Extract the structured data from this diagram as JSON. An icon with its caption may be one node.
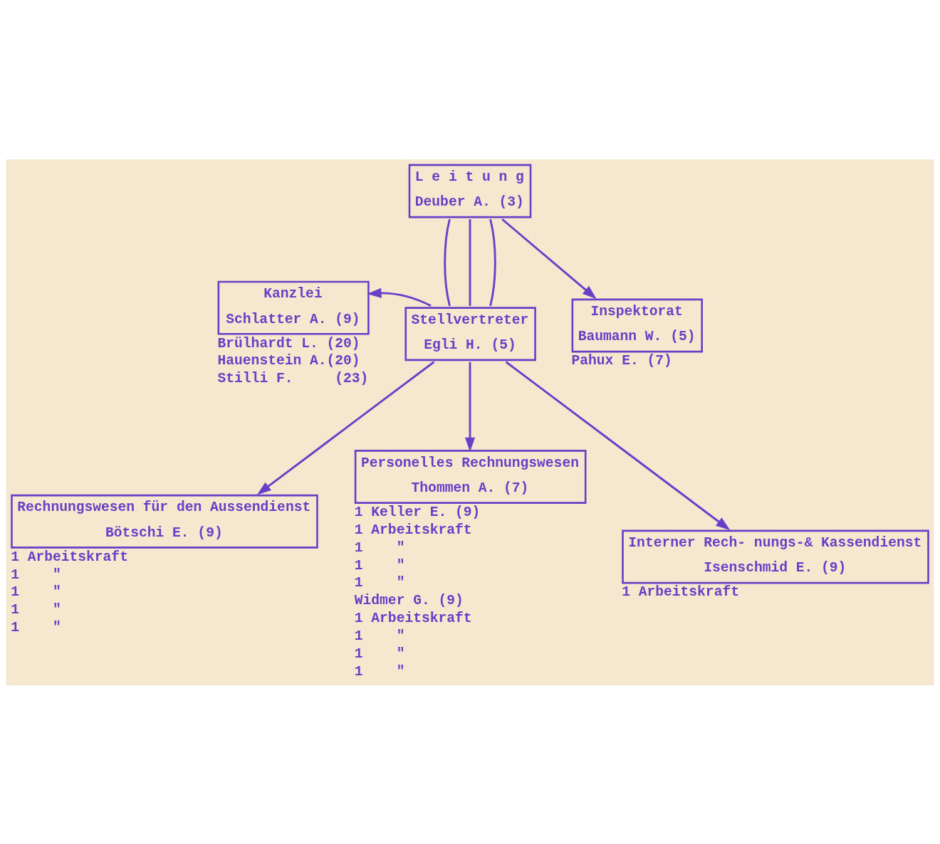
{
  "diagram": {
    "nodes": [
      {
        "text": [
          "L e i t u n g",
          "Deuber A. (3)"
        ]
      },
      {
        "text": [
          "Stellvertreter",
          "Egli H. (5)"
        ]
      },
      {
        "text": [
          "Inspektorat",
          "Baumann W. (5)"
        ],
        "beside": [
          "Pahux E. (7)"
        ]
      },
      {
        "text": [
          "Kanzlei",
          "Schlatter A. (9)"
        ],
        "beside": [
          "Brülhardt L. (20)",
          "Hauenstein A.(20)",
          "Stilli F.     (23)"
        ]
      },
      {
        "text": [
          "Rechnungswesen für den Aussendienst",
          "Bötschi E. (9)"
        ],
        "beside": [
          "1 Arbeitskraft",
          "1    \"",
          "1    \"",
          "1    \"",
          "1    \""
        ]
      },
      {
        "text": [
          "Personelles Rechnungswesen",
          "Thommen A. (7)"
        ],
        "beside": [
          "1 Keller E. (9)",
          "1 Arbeitskraft",
          "1    \"",
          "1    \"",
          "1    \"",
          "Widmer G. (9)",
          "1 Arbeitskraft",
          "1    \"",
          "1    \"",
          "1    \""
        ]
      },
      {
        "text": [
          "Interner Rech- nungs-& Kassendienst",
          "Isenschmid E. (9)"
        ],
        "beside": [
          "1 Arbeitskraft"
        ]
      }
    ],
    "edges": [
      {
        "from": 0,
        "to": 1,
        "arrow": "none"
      },
      {
        "from": 0,
        "to": 1,
        "arrow": "none"
      },
      {
        "from": 0,
        "to": 1,
        "arrow": "none"
      },
      {
        "from": 0,
        "to": 2,
        "arrow": "to"
      },
      {
        "from": 1,
        "to": 3,
        "arrow": "to"
      },
      {
        "from": 1,
        "to": 4,
        "arrow": "to"
      },
      {
        "from": 1,
        "to": 5,
        "arrow": "to"
      },
      {
        "from": 1,
        "to": 6,
        "arrow": "to"
      }
    ]
  }
}
